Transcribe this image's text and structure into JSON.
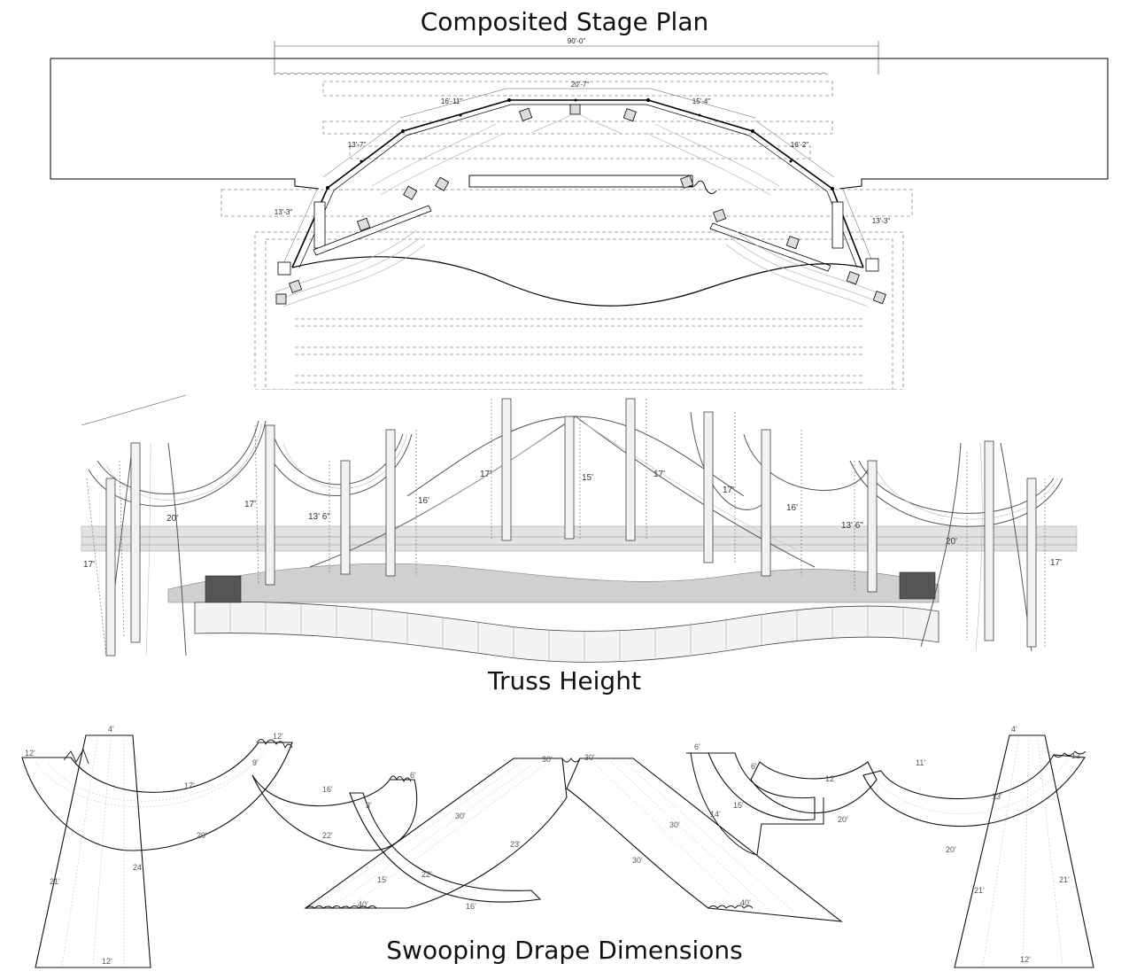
{
  "titles": {
    "plan": "Composited Stage Plan",
    "truss": "Truss Height",
    "drape": "Swooping Drape Dimensions"
  },
  "plan_dims": {
    "overall": "90'-0\"",
    "center": "20'-7\"",
    "left_upper": "16'-11\"",
    "right_upper": "15'-4\"",
    "left_mid": "13'-7\"",
    "right_mid": "16'-2\"",
    "left_low": "13'-3\"",
    "right_low": "13'-3\""
  },
  "truss_heights": {
    "h1": "17'",
    "h2": "20'",
    "h3": "17'",
    "h4": "13' 6\"",
    "h5": "16'",
    "h6": "17'",
    "h7": "15'",
    "h8": "17'",
    "h9": "17'",
    "h10": "16'",
    "h11": "13' 6\"",
    "h12": "20'",
    "h13": "17'"
  },
  "drape_dims": {
    "a1": "12'",
    "a2": "4'",
    "a3": "17'",
    "a4": "20'",
    "a5": "21'",
    "a6": "24'",
    "a7": "12'",
    "b1": "12'",
    "b2": "9'",
    "b3": "16'",
    "b4": "6'",
    "b5": "3'",
    "b6": "22'",
    "c1": "30'",
    "c2": "23'",
    "c3": "15'",
    "c4": "22'",
    "c5": "40'",
    "c6": "16'",
    "c7": "30'",
    "d1": "30'",
    "d2": "30'",
    "d3": "30'",
    "d4": "40'",
    "e1": "6'",
    "e2": "6'",
    "e3": "15'",
    "e4": "14'",
    "e5": "12'",
    "e6": "20'",
    "f1": "11'",
    "f2": "13'",
    "f3": "20'",
    "g1": "4'",
    "g2": "12'",
    "g3": "21'",
    "g4": "21'",
    "g5": "12'"
  }
}
